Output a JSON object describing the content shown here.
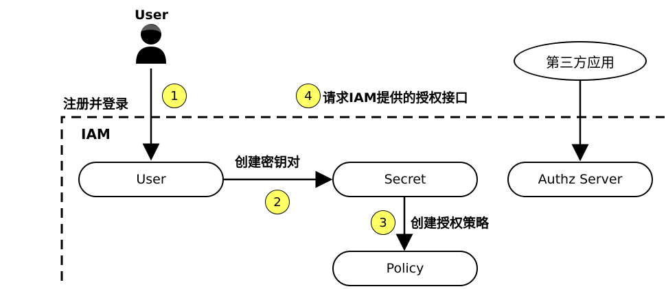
{
  "actor": {
    "label": "User",
    "icon": "user-icon"
  },
  "boundary": {
    "label": "IAM"
  },
  "nodes": {
    "user": "User",
    "secret": "Secret",
    "policy": "Policy",
    "authz": "Authz Server",
    "third_party": "第三方应用"
  },
  "steps": [
    {
      "number": "1",
      "label": "注册并登录"
    },
    {
      "number": "2",
      "label": "创建密钥对"
    },
    {
      "number": "3",
      "label": "创建授权策略"
    },
    {
      "number": "4",
      "label": "请求IAM提供的授权接口"
    }
  ],
  "colors": {
    "badge": "#ffff66",
    "line": "#000000"
  }
}
